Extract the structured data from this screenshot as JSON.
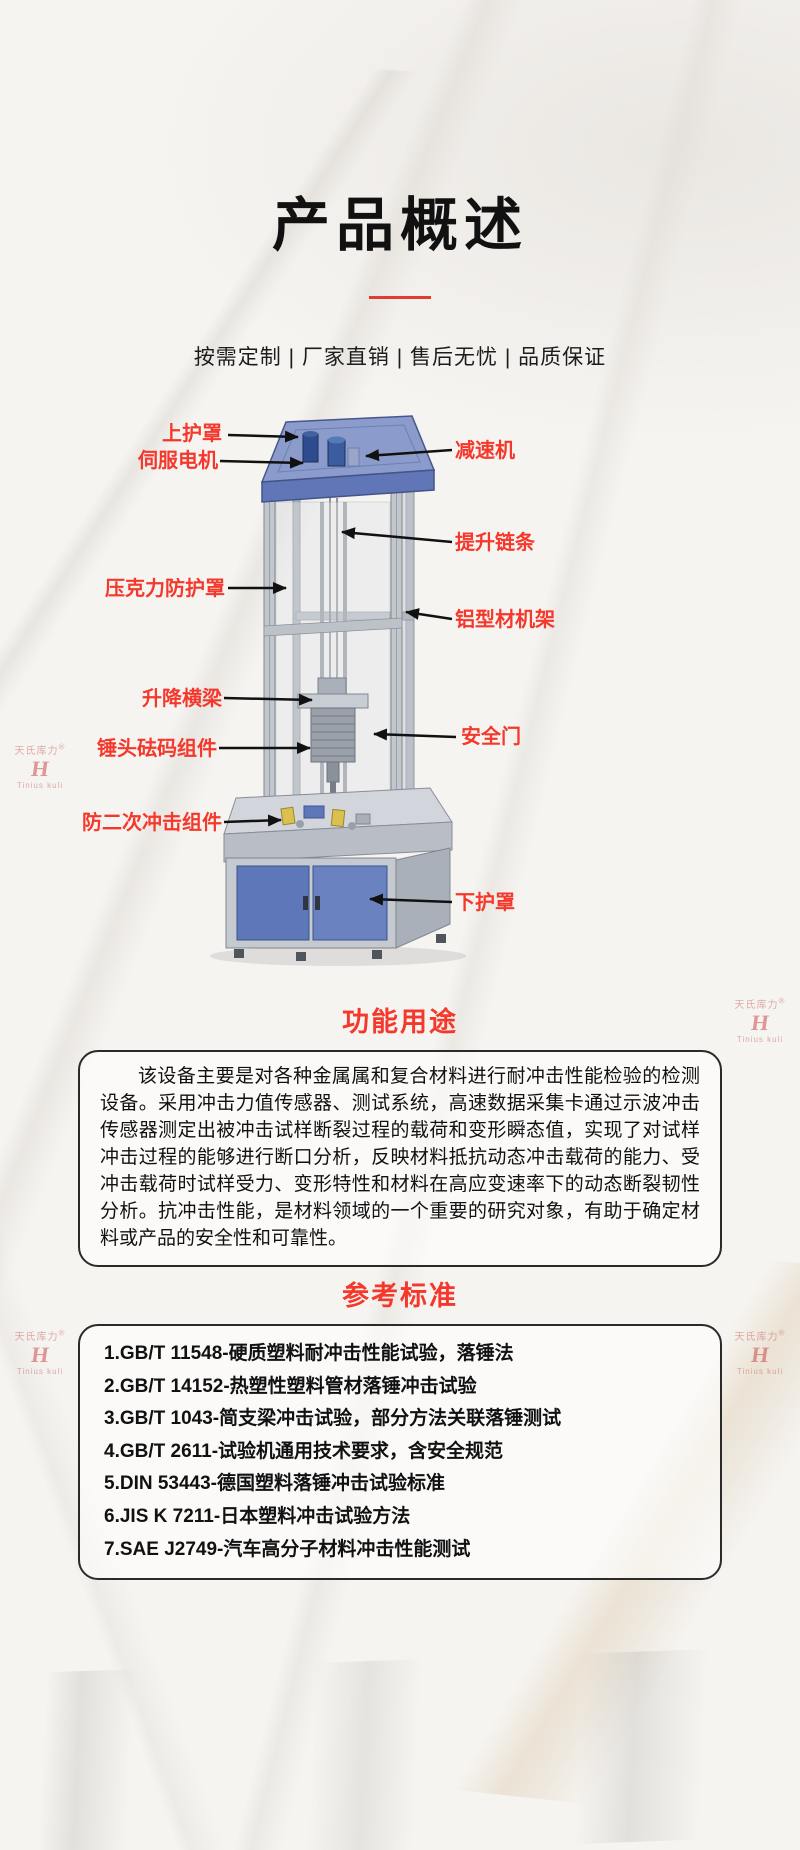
{
  "colors": {
    "accent_red": "#f5382c",
    "machine_blue": "#5d77b9",
    "text_dark": "#111111",
    "background": "#f6f4f1"
  },
  "header": {
    "title": "产品概述",
    "tagline": "按需定制 | 厂家直销 | 售后无忧 | 品质保证"
  },
  "diagram": {
    "labels_left": [
      "上护罩",
      "伺服电机",
      "压克力防护罩",
      "升降横梁",
      "锤头砝码组件",
      "防二次冲击组件"
    ],
    "labels_right": [
      "减速机",
      "提升链条",
      "铝型材机架",
      "安全门",
      "下护罩"
    ]
  },
  "function_section": {
    "heading": "功能用途",
    "body": "该设备主要是对各种金属属和复合材料进行耐冲击性能检验的检测设备。采用冲击力值传感器、测试系统，高速数据采集卡通过示波冲击传感器测定出被冲击试样断裂过程的载荷和变形瞬态值，实现了对试样冲击过程的能够进行断口分析，反映材料抵抗动态冲击载荷的能力、受冲击载荷时试样受力、变形特性和材料在高应变速率下的动态断裂韧性分析。抗冲击性能，是材料领域的一个重要的研究对象，有助于确定材料或产品的安全性和可靠性。"
  },
  "standards_section": {
    "heading": "参考标准",
    "items": [
      "1.GB/T 11548-硬质塑料耐冲击性能试验，落锤法",
      "2.GB/T 14152-热塑性塑料管材落锤冲击试验",
      "3.GB/T 1043-简支梁冲击试验，部分方法关联落锤测试",
      "4.GB/T 2611-试验机通用技术要求，含安全规范",
      "5.DIN 53443-德国塑料落锤冲击试验标准",
      "6.JIS K 7211-日本塑料冲击试验方法",
      "7.SAE J2749-汽车高分子材料冲击性能测试"
    ]
  },
  "watermark": {
    "brand": "天氏库力",
    "reg": "®",
    "brand_en": "Tinius kuli"
  }
}
